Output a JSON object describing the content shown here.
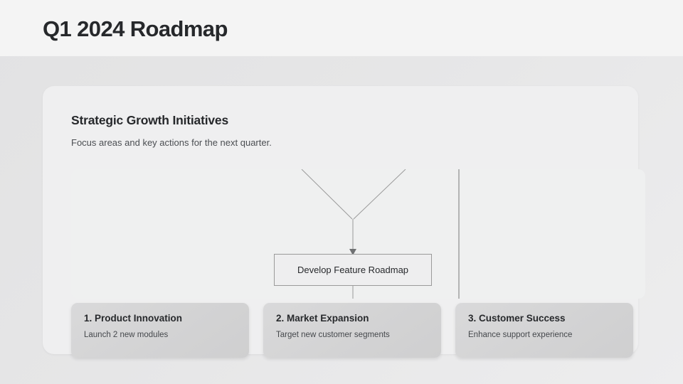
{
  "header": {
    "title": "Q1 2024 Roadmap"
  },
  "card": {
    "heading": "Strategic Growth Initiatives",
    "subheading": "Focus areas and key actions for the next quarter."
  },
  "diagram": {
    "node_label": "Develop Feature Roadmap",
    "edge_color": "#9a9a9a",
    "node_border_color": "#9a9a9a",
    "node_fill_color": "#eeeeef"
  },
  "initiatives": [
    {
      "title": "1. Product Innovation",
      "desc": "Launch 2 new modules"
    },
    {
      "title": "2. Market Expansion",
      "desc": "Target new customer segments"
    },
    {
      "title": "3. Customer Success",
      "desc": "Enhance support experience"
    }
  ],
  "theme": {
    "header_bg": "#f4f4f4",
    "page_bg": "#e6e6e7",
    "card_bg": "#efeff0",
    "canvas_bg": "#eff0f0",
    "initiative_bg": "#d5d5d6",
    "text_primary": "#26282b",
    "text_secondary": "#4b4e52"
  }
}
